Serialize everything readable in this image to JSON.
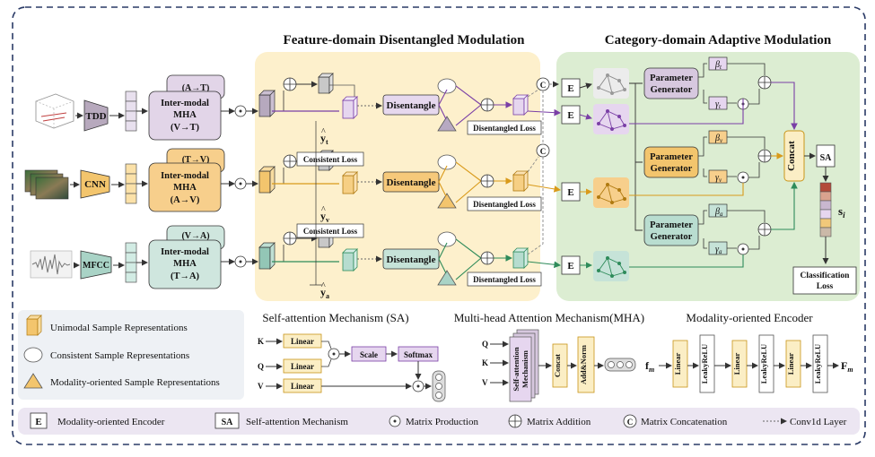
{
  "titles": {
    "feature_domain": "Feature-domain Disentangled Modulation",
    "category_domain": "Category-domain Adaptive Modulation"
  },
  "front_end": {
    "tdd": "TDD",
    "cnn": "CNN",
    "mfcc": "MFCC"
  },
  "mha_blocks": [
    {
      "top": "(A→T)",
      "line1": "Inter-modal",
      "line2": "MHA",
      "bottom": "(V→T)"
    },
    {
      "top": "(T→V)",
      "line1": "Inter-modal",
      "line2": "MHA",
      "bottom": "(A→V)"
    },
    {
      "top": "(V→A)",
      "line1": "Inter-modal",
      "line2": "MHA",
      "bottom": "(T→A)"
    }
  ],
  "feature_domain": {
    "disentangle": "Disentangle",
    "disentangled_loss": "Disentangled Loss",
    "consistent_loss": "Consistent Loss",
    "y_t": "y",
    "y_t_sub": "t",
    "y_v": "y",
    "y_v_sub": "v",
    "y_a": "y",
    "y_a_sub": "a"
  },
  "category_domain": {
    "encoder": "E",
    "param_gen_1": "Parameter",
    "param_gen_2": "Generator",
    "beta_t": "β",
    "beta_t_sub": "t",
    "gamma_t": "γ",
    "gamma_t_sub": "t",
    "beta_v": "β",
    "beta_v_sub": "v",
    "gamma_v": "γ",
    "gamma_v_sub": "v",
    "beta_a": "β",
    "beta_a_sub": "a",
    "gamma_a": "γ",
    "gamma_a_sub": "a",
    "concat": "Concat",
    "sa": "SA",
    "s_i": "s",
    "s_i_sub": "i",
    "classification_1": "Classification",
    "classification_2": "Loss",
    "concat_symbol": "C"
  },
  "legend": {
    "unimodal": "Unimodal Sample  Representations",
    "consistent": "Consistent Sample  Representations",
    "modality_oriented": "Modality-oriented Sample Representations"
  },
  "sa_panel": {
    "title": "Self-attention Mechanism (SA)",
    "k": "K",
    "q": "Q",
    "v": "V",
    "linear": "Linear",
    "scale": "Scale",
    "softmax": "Softmax"
  },
  "mha_panel": {
    "title": "Multi-head Attention Mechanism(MHA)",
    "q": "Q",
    "k": "K",
    "v": "V",
    "sa_mech_1": "Self-attention",
    "sa_mech_2": "Mechanism",
    "concat": "Concat",
    "addnorm": "Add&Norm"
  },
  "enc_panel": {
    "title": "Modality-oriented Encoder",
    "f_in": "f",
    "f_in_sub": "m",
    "f_out": "F",
    "f_out_sub": "m",
    "linear": "Linear",
    "leaky": "LeakyReLU"
  },
  "bottom_legend": {
    "e_box": "E",
    "e_text": "Modality-oriented Encoder",
    "sa_box": "SA",
    "sa_text": "Self-attention Mechanism",
    "matrix_prod": "Matrix Production",
    "matrix_add": "Matrix Addition",
    "c_sym": "C",
    "matrix_concat": "Matrix Concatenation",
    "conv1d": "Conv1d Layer"
  },
  "colors": {
    "text_purple": "#7a3fa6",
    "video_orange": "#d99a1a",
    "audio_green": "#2e8b5a",
    "feature_bg": "#fdf0cc",
    "category_bg": "#dcedd2",
    "legend_bg": "#eef1f5",
    "bottom_bg": "#ece6f2",
    "mha_purple": "#e2d5e8",
    "mha_orange": "#f7cf8c",
    "mha_teal": "#cfe6de"
  }
}
